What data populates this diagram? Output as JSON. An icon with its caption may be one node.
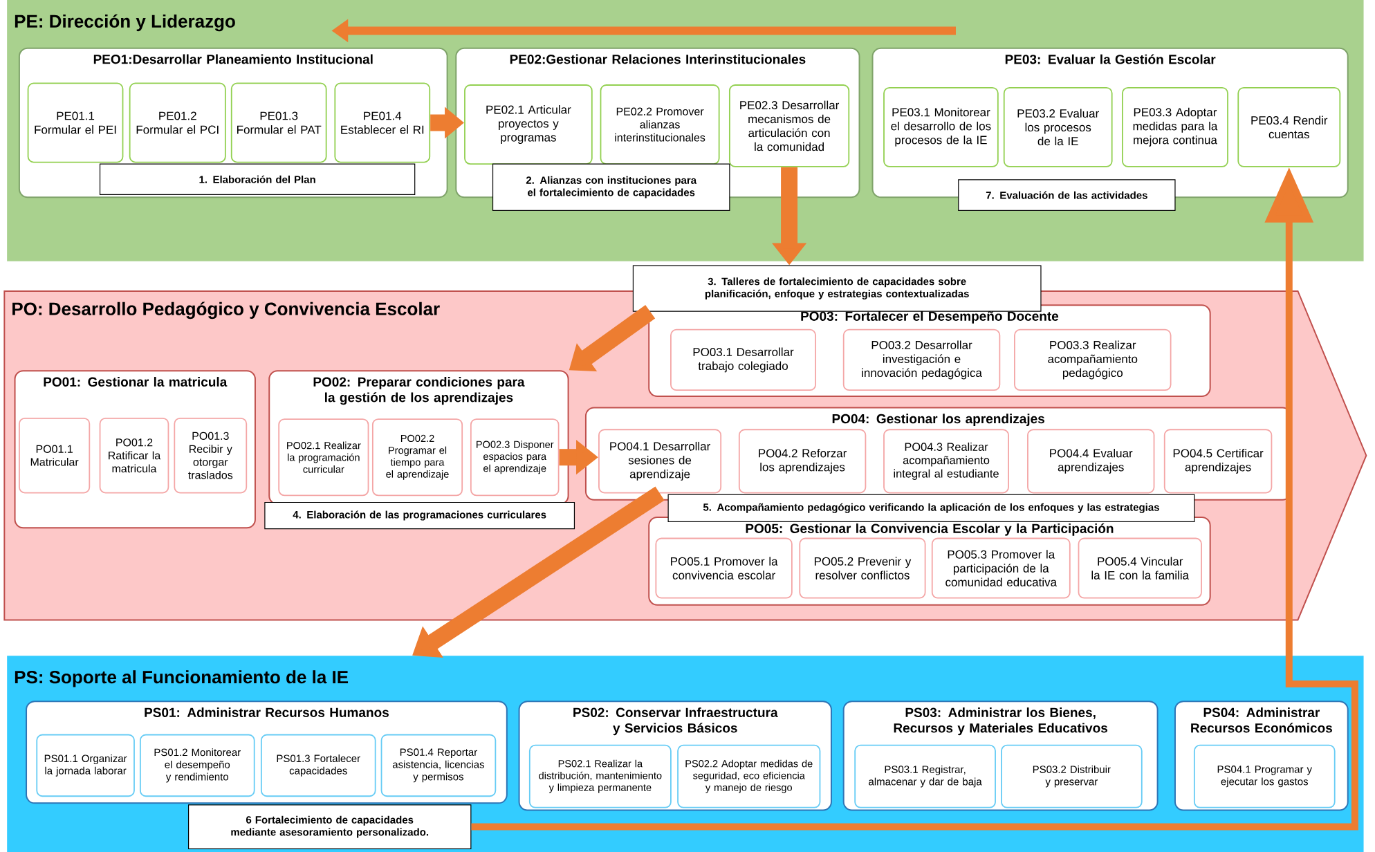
{
  "diagram": {
    "nodes": [
      {
        "text": [
          "PE: Dirección y Liderazgo"
        ]
      },
      {
        "text": [
          "PEO1:Desarrollar Planeamiento Institucional"
        ],
        "in": 0
      },
      {
        "text": [
          "PE01.1 Formular el PEI"
        ],
        "in": 1
      },
      {
        "text": [
          "PE01.2 Formular el PCI"
        ],
        "in": 1
      },
      {
        "text": [
          "PE01.3 Formular el PAT"
        ],
        "in": 1
      },
      {
        "text": [
          "PE01.4 Establecer el RI"
        ],
        "in": 1
      },
      {
        "text": [
          "1. Elaboración del Plan"
        ],
        "in": 1
      },
      {
        "text": [
          "PE02:Gestionar Relaciones Interinstitucionales"
        ],
        "in": 0
      },
      {
        "text": [
          "PE02.1 Articular proyectos y programas"
        ],
        "in": 7
      },
      {
        "text": [
          "PE02.2 Promover alianzas interinstitucionales"
        ],
        "in": 7
      },
      {
        "text": [
          "PE02.3 Desarrollar mecanismos de articulación con la comunidad"
        ],
        "in": 7
      },
      {
        "text": [
          "2. Alianzas con instituciones para el fortalecimiento de capacidades"
        ],
        "in": 0
      },
      {
        "text": [
          "PE03: Evaluar la Gestión Escolar"
        ],
        "in": 0
      },
      {
        "text": [
          "PE03.1 Monitorear el desarrollo de los procesos de la IE"
        ],
        "in": 12
      },
      {
        "text": [
          "PE03.2 Evaluar los procesos de la IE"
        ],
        "in": 12
      },
      {
        "text": [
          "PE03.3 Adoptar medidas para la mejora continua"
        ],
        "in": 12
      },
      {
        "text": [
          "PE03.4 Rendir cuentas"
        ],
        "in": 12
      },
      {
        "text": [
          "7. Evaluación de las actividades"
        ],
        "in": 0
      },
      {
        "text": [
          "3. Talleres de fortalecimiento de capacidades sobre planificación, enfoque y estrategias contextualizadas"
        ]
      },
      {
        "text": [
          "PO: Desarrollo Pedagógico y Convivencia Escolar"
        ]
      },
      {
        "text": [
          "PO01: Gestionar la matricula"
        ],
        "in": 19
      },
      {
        "text": [
          "PO01.1 Matricular"
        ],
        "in": 20
      },
      {
        "text": [
          "PO01.2 Ratificar la matricula"
        ],
        "in": 20
      },
      {
        "text": [
          "PO01.3 Recibir y otorgar traslados"
        ],
        "in": 20
      },
      {
        "text": [
          "PO02: Preparar condiciones para la gestión de los aprendizajes"
        ],
        "in": 19
      },
      {
        "text": [
          "PO02.1 Realizar la programación curricular"
        ],
        "in": 24
      },
      {
        "text": [
          "PO02.2 Programar el tiempo para el aprendizaje"
        ],
        "in": 24
      },
      {
        "text": [
          "PO02.3 Disponer espacios para el aprendizaje"
        ],
        "in": 24
      },
      {
        "text": [
          "4. Elaboración de las programaciones curriculares"
        ],
        "in": 19
      },
      {
        "text": [
          "PO03: Fortalecer el Desempeño Docente"
        ],
        "in": 19
      },
      {
        "text": [
          "PO03.1 Desarrollar trabajo colegiado"
        ],
        "in": 29
      },
      {
        "text": [
          "PO03.2 Desarrollar investigación e innovación pedagógica"
        ],
        "in": 29
      },
      {
        "text": [
          "PO03.3 Realizar acompañamiento pedagógico"
        ],
        "in": 29
      },
      {
        "text": [
          "PO04: Gestionar los aprendizajes"
        ],
        "in": 19
      },
      {
        "text": [
          "PO04.1 Desarrollar sesiones de aprendizaje"
        ],
        "in": 33
      },
      {
        "text": [
          "PO04.2 Reforzar los aprendizajes"
        ],
        "in": 33
      },
      {
        "text": [
          "PO04.3 Realizar acompañamiento integral al estudiante"
        ],
        "in": 33
      },
      {
        "text": [
          "PO04.4 Evaluar aprendizajes"
        ],
        "in": 33
      },
      {
        "text": [
          "PO04.5 Certificar aprendizajes"
        ],
        "in": 33
      },
      {
        "text": [
          "5. Acompañamiento pedagógico verificando la aplicación de los enfoques y las estrategias"
        ],
        "in": 19
      },
      {
        "text": [
          "PO05: Gestionar la Convivencia Escolar y la Participación"
        ],
        "in": 19
      },
      {
        "text": [
          "PO05.1 Promover la convivencia escolar"
        ],
        "in": 40
      },
      {
        "text": [
          "PO05.2 Prevenir y resolver conflictos"
        ],
        "in": 40
      },
      {
        "text": [
          "PO05.3 Promover la participación de la comunidad educativa"
        ],
        "in": 40
      },
      {
        "text": [
          "PO05.4 Vincular la IE con la familia"
        ],
        "in": 40
      },
      {
        "text": [
          "PS: Soporte al Funcionamiento de la IE"
        ]
      },
      {
        "text": [
          "PS01: Administrar Recursos Humanos"
        ],
        "in": 45
      },
      {
        "text": [
          "PS01.1 Organizar la jornada laborar"
        ],
        "in": 46
      },
      {
        "text": [
          "PS01.2 Monitorear el desempeño y rendimiento"
        ],
        "in": 46
      },
      {
        "text": [
          "PS01.3 Fortalecer capacidades"
        ],
        "in": 46
      },
      {
        "text": [
          "PS01.4 Reportar asistencia, licencias y permisos"
        ],
        "in": 46
      },
      {
        "text": [
          "6 Fortalecimiento de capacidades mediante asesoramiento personalizado."
        ],
        "in": 45
      },
      {
        "text": [
          "PS02: Conservar Infraestructura y Servicios Básicos"
        ],
        "in": 45
      },
      {
        "text": [
          "PS02.1 Realizar la distribución, mantenimiento y limpieza permanente"
        ],
        "in": 52
      },
      {
        "text": [
          "PS02.2 Adoptar medidas de seguridad, eco eficiencia y manejo de riesgo"
        ],
        "in": 52
      },
      {
        "text": [
          "PS03: Administrar los Bienes, Recursos y Materiales Educativos"
        ],
        "in": 45
      },
      {
        "text": [
          "PS03.1 Registrar, almacenar y dar de baja"
        ],
        "in": 55
      },
      {
        "text": [
          "PS03.2 Distribuir y preservar"
        ],
        "in": 55
      },
      {
        "text": [
          "PS04: Administrar Recursos Económicos"
        ],
        "in": 45
      },
      {
        "text": [
          "PS04.1 Programar y ejecutar los gastos"
        ],
        "in": 58
      }
    ],
    "edges": [
      {
        "from": 5,
        "to": 8,
        "arrow": "to"
      },
      {
        "from": 10,
        "to": 18,
        "arrow": "to"
      },
      {
        "from": 18,
        "to": 24,
        "arrow": "to"
      },
      {
        "from": 27,
        "to": 34,
        "arrow": "to"
      },
      {
        "from": 34,
        "to": 45,
        "arrow": "to"
      },
      {
        "from": 51,
        "to": 16,
        "arrow": "to"
      }
    ]
  }
}
